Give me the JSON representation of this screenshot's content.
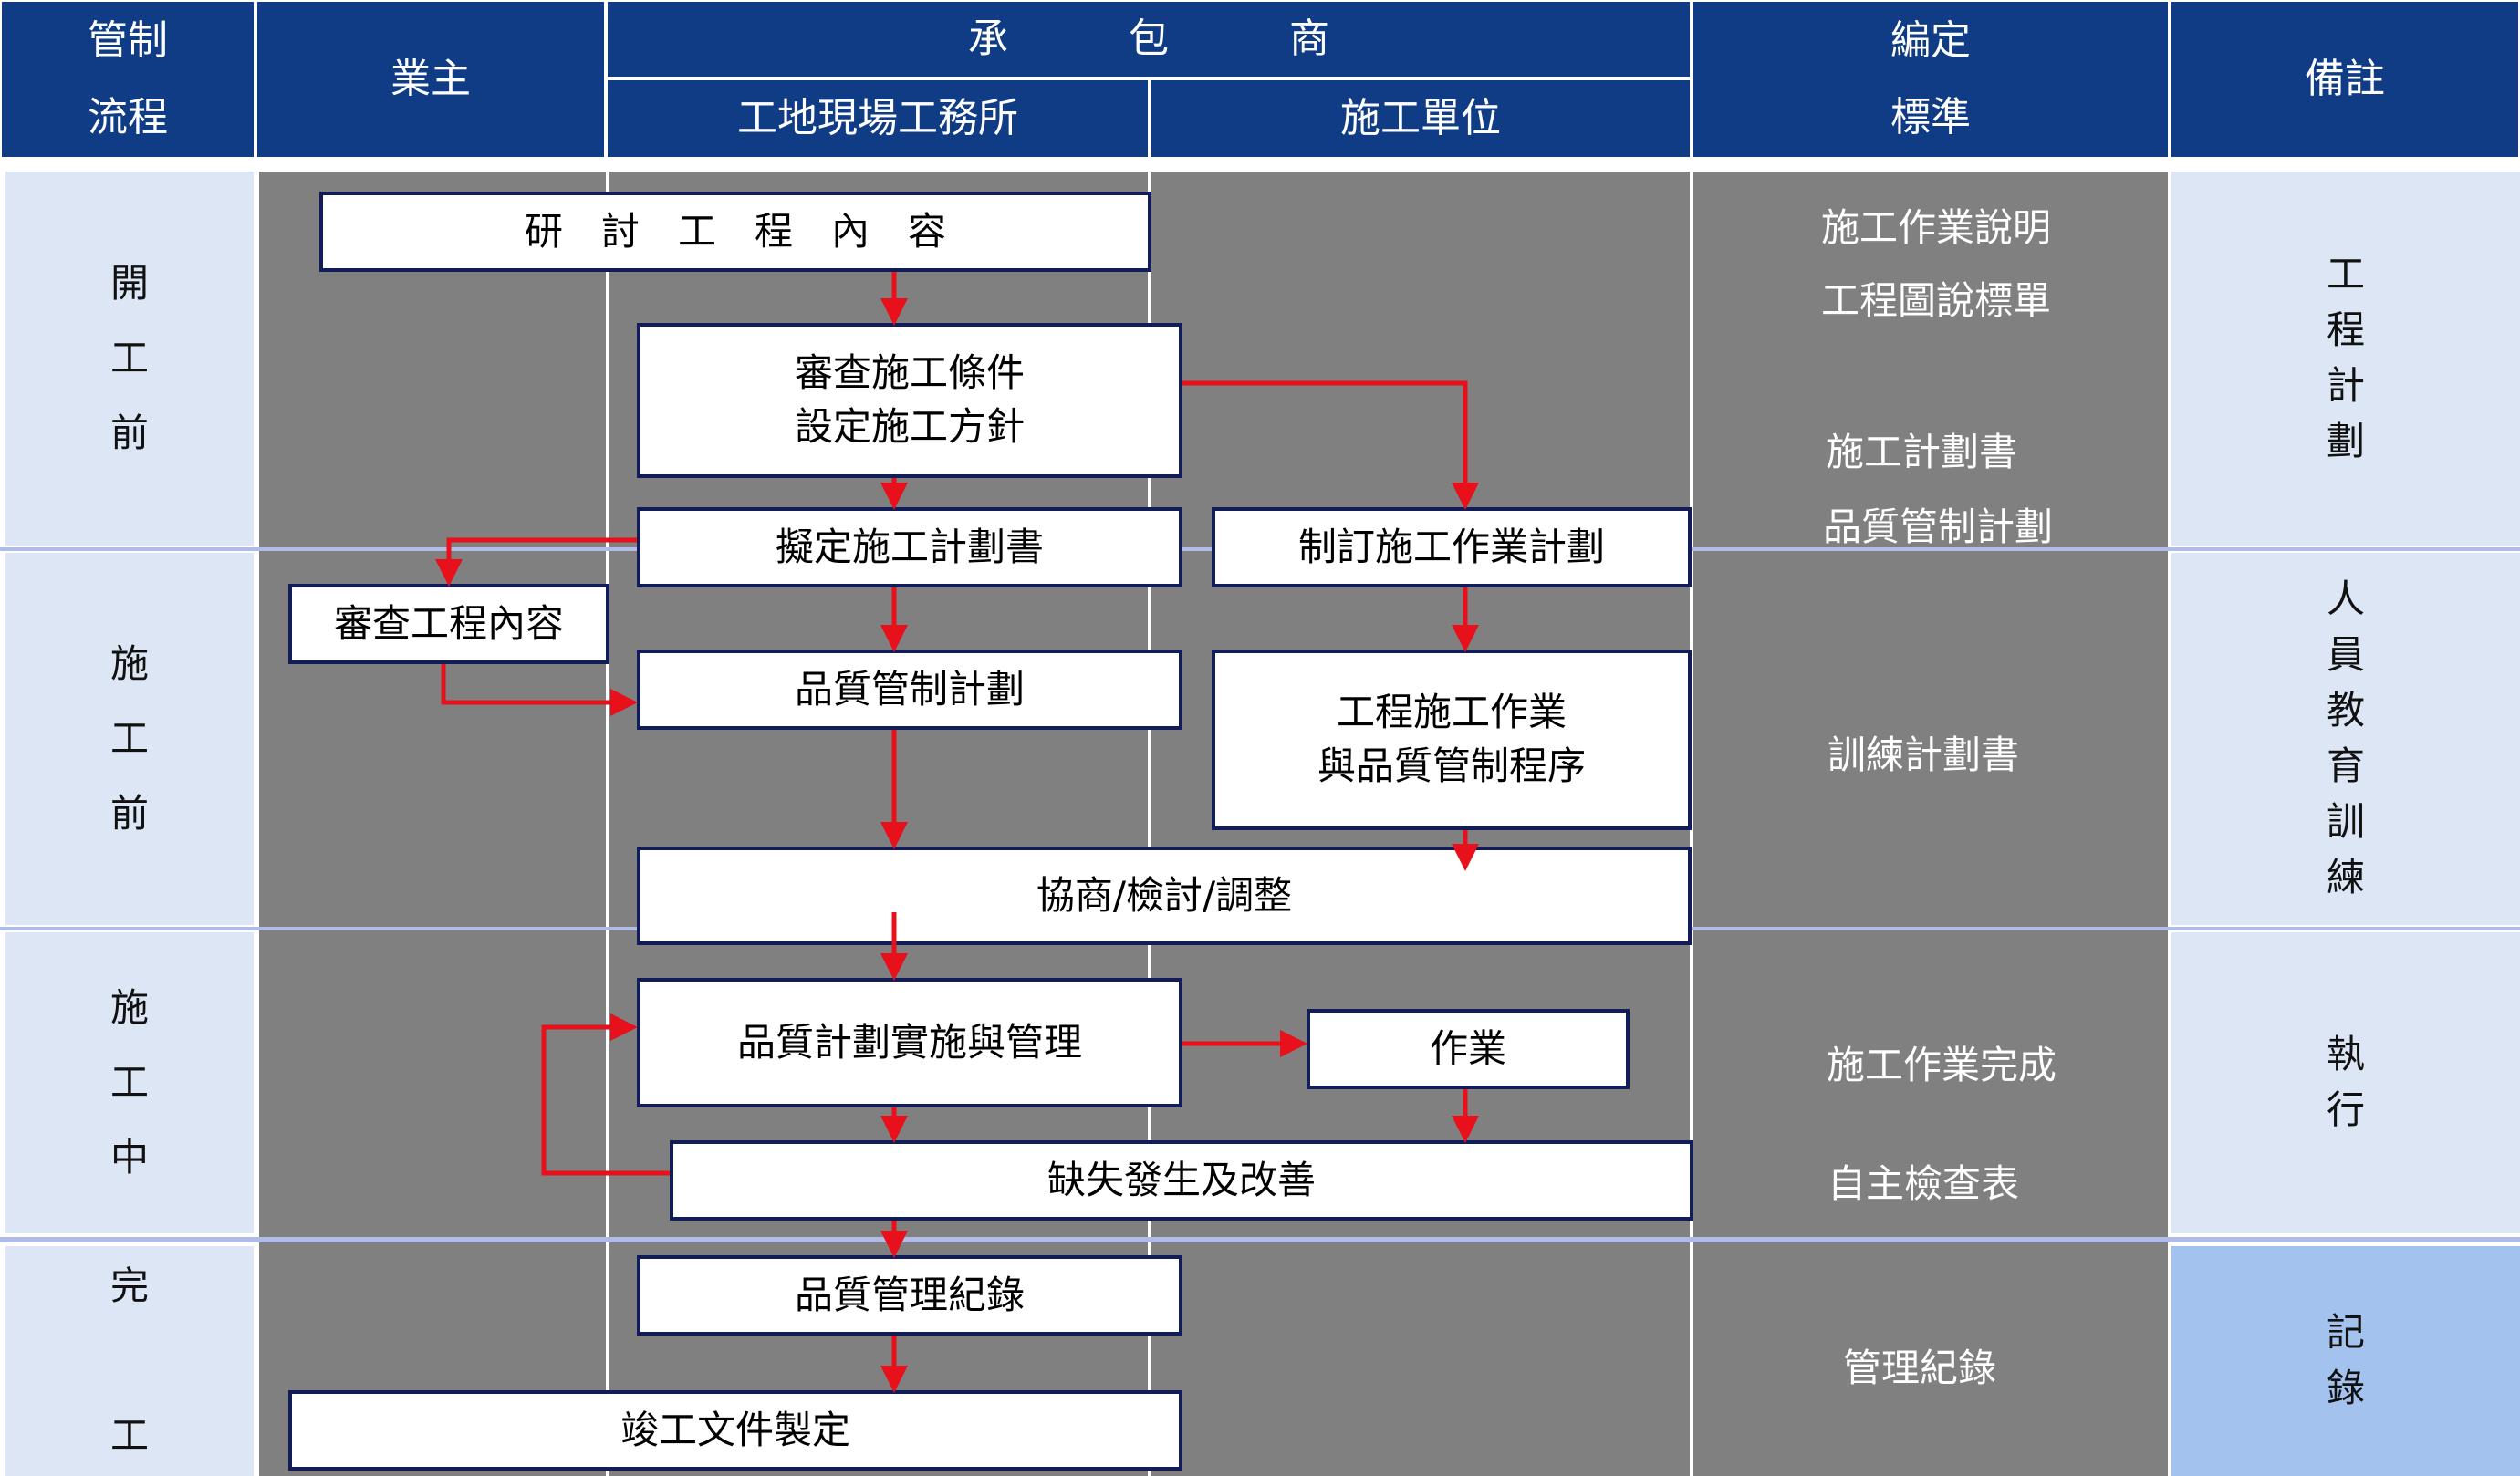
{
  "header": {
    "control_flow": "管制\n流程",
    "owner": "業主",
    "contractor": "承　　　包　　　商",
    "site_office": "工地現場工務所",
    "construction_unit": "施工單位",
    "standards": "編定\n標準",
    "remarks": "備註"
  },
  "phases": [
    {
      "id": "before-start",
      "label": "開\n工\n前",
      "remark": "工\n程\n計\n劃"
    },
    {
      "id": "pre-construction",
      "label": "施\n工\n前",
      "remark": "人\n員\n教\n育\n訓\n練"
    },
    {
      "id": "during-construction",
      "label": "施\n工\n中",
      "remark": "執\n行"
    },
    {
      "id": "completion",
      "label": "完\n\n工",
      "remark": "記\n錄"
    }
  ],
  "standards": [
    "施工作業說明",
    "工程圖說標單",
    "施工計劃書",
    "品質管制計劃",
    "訓練計劃書",
    "施工作業完成",
    "自主檢查表",
    "管理紀錄"
  ],
  "boxes": {
    "review_content": "研　討　工　程　內　容",
    "review_conditions": "審查施工條件\n設定施工方針",
    "draft_plan": "擬定施工計劃書",
    "work_plan": "制訂施工作業計劃",
    "owner_review": "審查工程內容",
    "quality_plan": "品質管制計劃",
    "work_procedure": "工程施工作業\n與品質管制程序",
    "negotiate": "協商/檢討/調整",
    "implement": "品質計劃實施與管理",
    "operation": "作業",
    "defects": "缺失發生及改善",
    "quality_record": "品質管理紀錄",
    "completion_docs": "竣工文件製定"
  },
  "colors": {
    "header": "#0f3c84",
    "lane": "#808080",
    "phase": "#dce6f4",
    "record_highlight": "#a4c2ee",
    "arrow": "#e8101a",
    "box_border": "#111c59"
  }
}
